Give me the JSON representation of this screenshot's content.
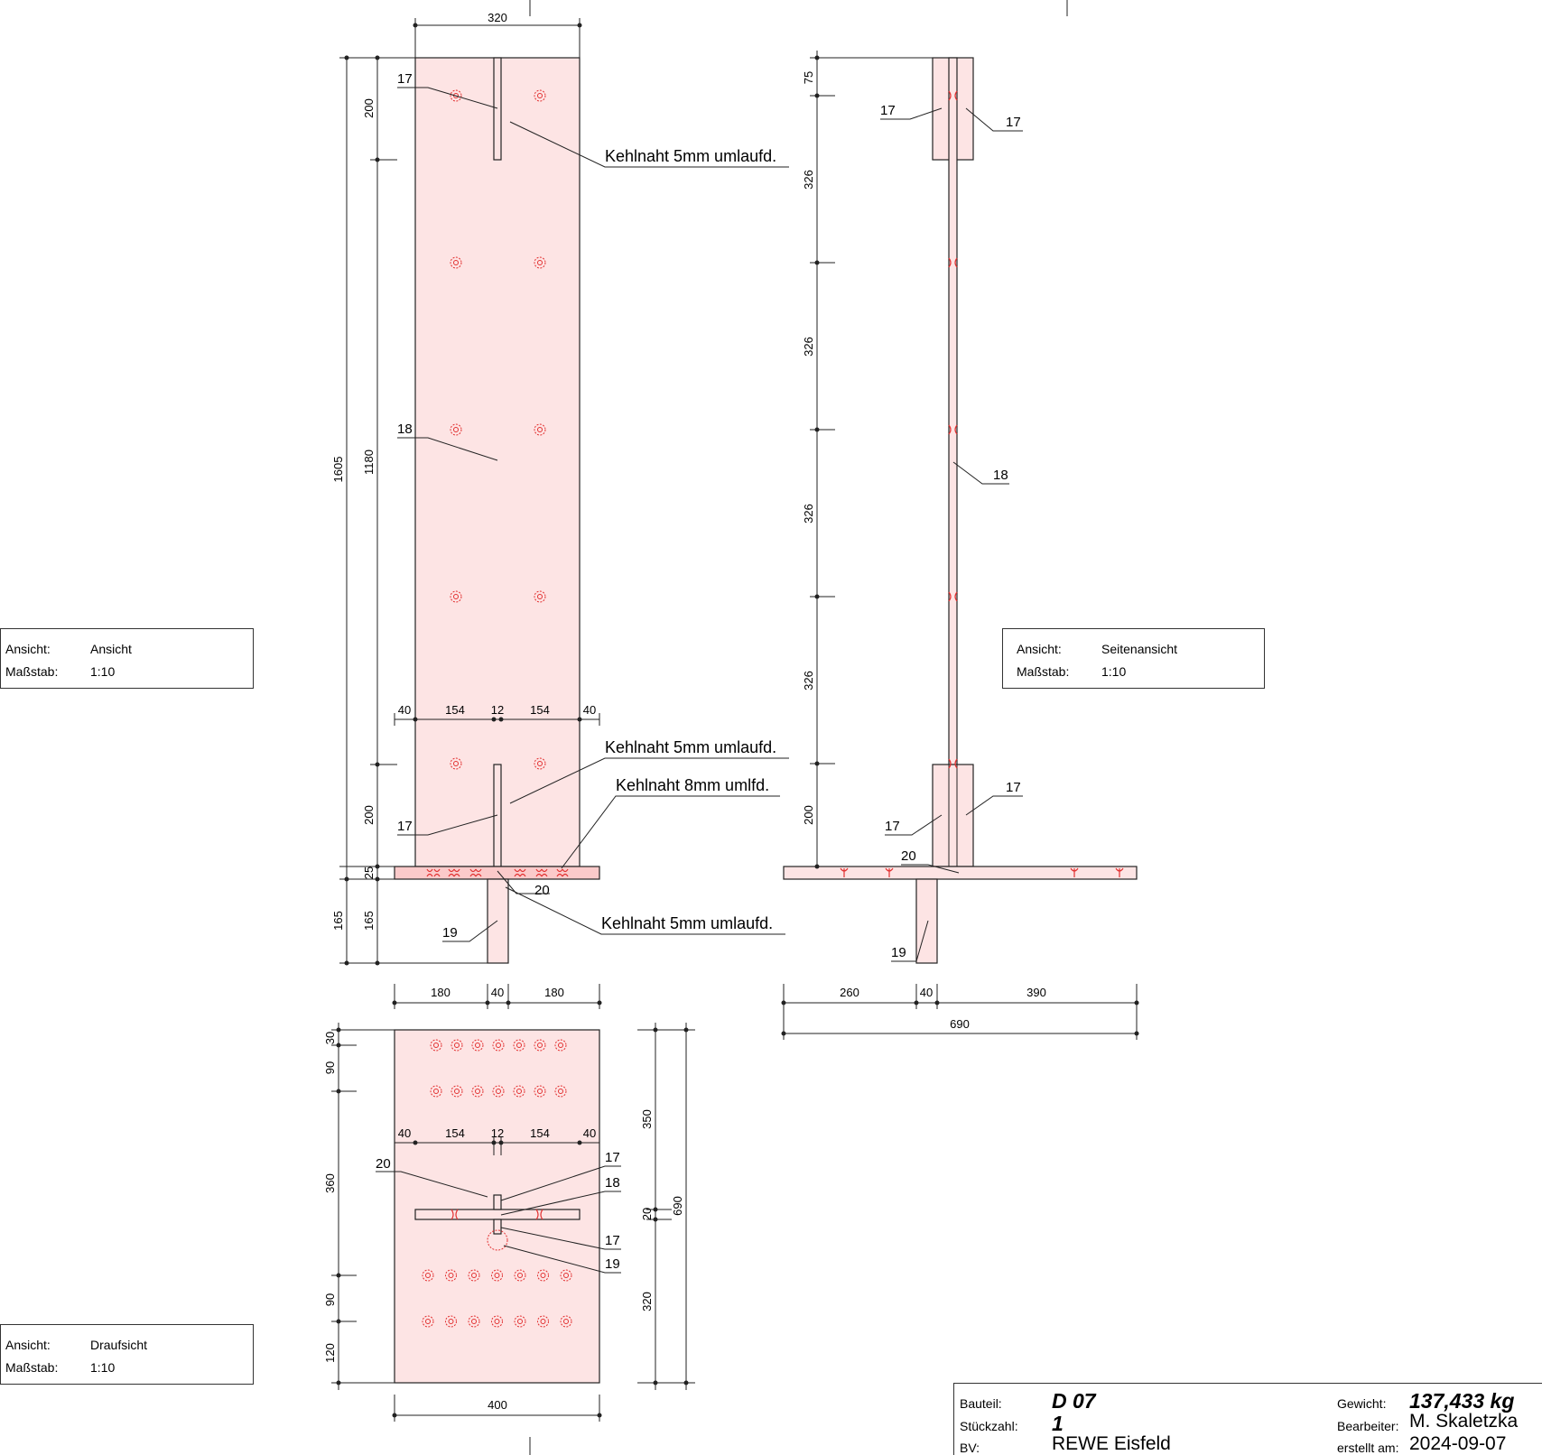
{
  "view_boxes": [
    {
      "label_view": "Ansicht:",
      "view": "Ansicht",
      "label_scale": "Maßstab:",
      "scale": "1:10"
    },
    {
      "label_view": "Ansicht:",
      "view": "Seitenansicht",
      "label_scale": "Maßstab:",
      "scale": "1:10"
    },
    {
      "label_view": "Ansicht:",
      "view": "Draufsicht",
      "label_scale": "Maßstab:",
      "scale": "1:10"
    }
  ],
  "annotations": {
    "weld_5mm": "Kehlnaht 5mm umlaufd.",
    "weld_8mm": "Kehlnaht 8mm umlfd."
  },
  "dims": {
    "front": {
      "width_top": "320",
      "total_height": "1605",
      "seg_top": "200",
      "seg_mid": "1180",
      "seg_low": "200",
      "plate": "25",
      "stub_a": "165",
      "stub_b": "165",
      "row": [
        "40",
        "154",
        "12",
        "154",
        "40"
      ]
    },
    "side": {
      "segs": [
        "75",
        "326",
        "326",
        "326",
        "326",
        "200"
      ],
      "bottom_a": "260",
      "bottom_b": "40",
      "bottom_c": "390",
      "bottom_total": "690"
    },
    "front_bottom": [
      "180",
      "40",
      "180"
    ],
    "plan": {
      "left": [
        "30",
        "90",
        "360",
        "90",
        "120"
      ],
      "row": [
        "40",
        "154",
        "12",
        "154",
        "40"
      ],
      "right_a": "350",
      "right_b": "20",
      "right_c": "320",
      "right_total": "690",
      "bottom": "400"
    }
  },
  "parts": {
    "p17": "17",
    "p18": "18",
    "p19": "19",
    "p20": "20"
  },
  "title_block": {
    "bauteil_label": "Bauteil:",
    "bauteil": "D 07",
    "stueckzahl_label": "Stückzahl:",
    "stueckzahl": "1",
    "bv_label": "BV:",
    "bv": "REWE Eisfeld",
    "gewicht_label": "Gewicht:",
    "gewicht": "137,433 kg",
    "bearbeiter_label": "Bearbeiter:",
    "bearbeiter": "M. Skaletzka",
    "erstellt_label": "erstellt am:",
    "erstellt": "2024-09-07"
  },
  "colors": {
    "part_fill": "#fde4e4",
    "plate_fill": "#fbcaca",
    "hole_red": "#e23030",
    "line": "#222222"
  }
}
